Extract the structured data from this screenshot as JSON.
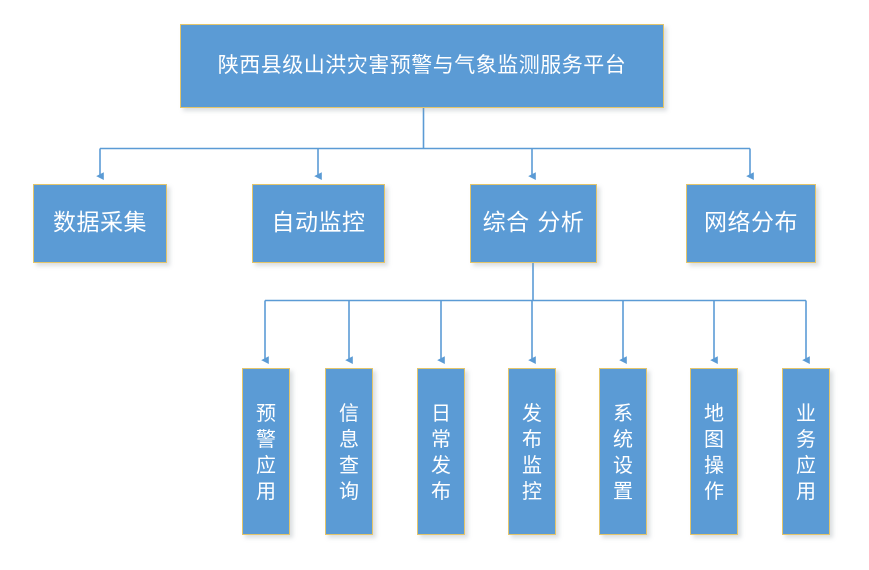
{
  "diagram": {
    "title_node": {
      "label": "陕西县级山洪灾害预警与气象监测服务平台"
    },
    "level2": [
      {
        "label": "数据采集"
      },
      {
        "label": "自动监控"
      },
      {
        "label": "综合 分析"
      },
      {
        "label": "网络分布"
      }
    ],
    "level3": [
      {
        "label": "预\n警\n应\n用"
      },
      {
        "label": "信\n息\n查\n询"
      },
      {
        "label": "日\n常\n发\n布"
      },
      {
        "label": "发\n布\n监\n控"
      },
      {
        "label": "系\n统\n设\n置"
      },
      {
        "label": "地\n图\n操\n作"
      },
      {
        "label": "业\n务\n应\n用"
      }
    ],
    "colors": {
      "node_fill": "#5b9bd5",
      "node_border": "#e3c56b",
      "node_text": "#ffffff",
      "connector": "#5b9bd5",
      "background": "#ffffff"
    }
  }
}
